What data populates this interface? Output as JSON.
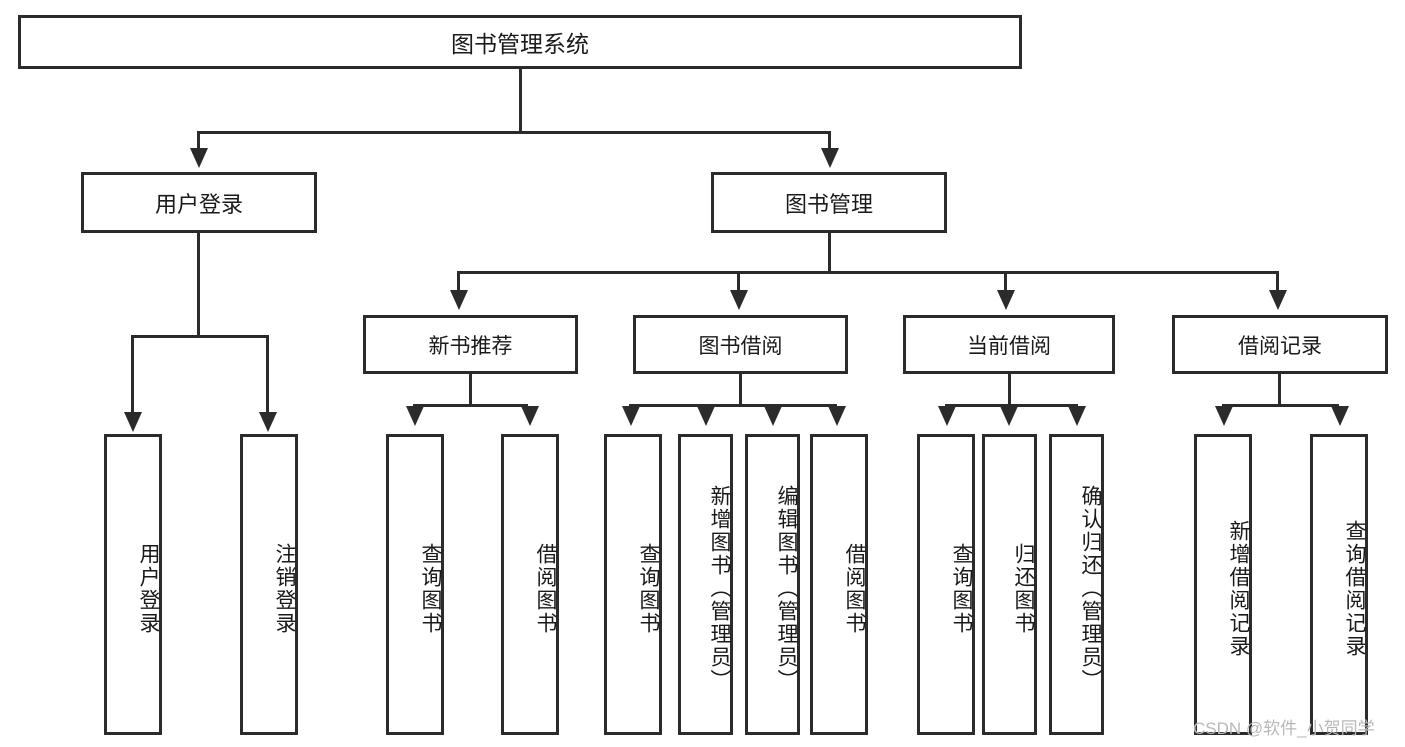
{
  "diagram": {
    "title": "图书管理系统",
    "root": {
      "label": "图书管理系统"
    },
    "level2": [
      {
        "label": "用户登录"
      },
      {
        "label": "图书管理"
      }
    ],
    "level3": [
      {
        "label": "新书推荐"
      },
      {
        "label": "图书借阅"
      },
      {
        "label": "当前借阅"
      },
      {
        "label": "借阅记录"
      }
    ],
    "leaves": {
      "user_login": [
        {
          "label": "用户登录"
        },
        {
          "label": "注销登录"
        }
      ],
      "new_book_recommend": [
        {
          "label": "查询图书"
        },
        {
          "label": "借阅图书"
        }
      ],
      "book_borrow": [
        {
          "label": "查询图书"
        },
        {
          "label": "新增图书（管理员）"
        },
        {
          "label": "编辑图书（管理员）"
        },
        {
          "label": "借阅图书"
        }
      ],
      "current_borrow": [
        {
          "label": "查询图书"
        },
        {
          "label": "归还图书"
        },
        {
          "label": "确认归还（管理员）"
        }
      ],
      "borrow_record": [
        {
          "label": "新增借阅记录"
        },
        {
          "label": "查询借阅记录"
        }
      ]
    }
  },
  "watermark": {
    "text": "CSDN @软件_小贺同学"
  },
  "colors": {
    "stroke": "#2b2b2b",
    "background": "#ffffff",
    "text": "#1a1a1a",
    "watermark": "#b8b8b8"
  }
}
